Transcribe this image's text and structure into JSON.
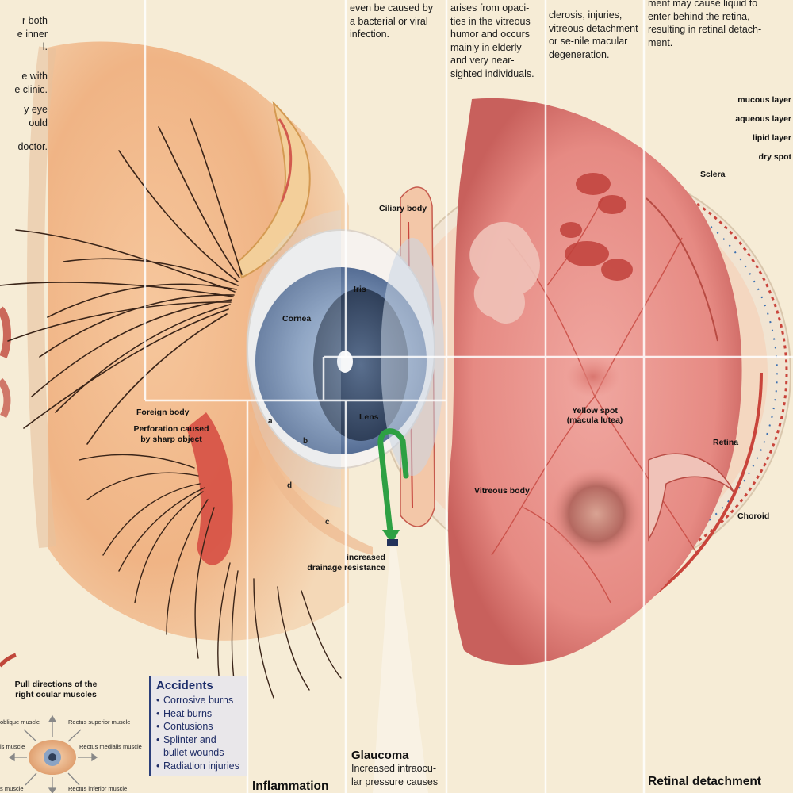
{
  "top_left_text": [
    "r both",
    "e inner",
    "l.",
    "e with",
    "e clinic.",
    "y eye",
    "ould",
    "doctor."
  ],
  "col_infection_text": [
    "even be caused by",
    "a bacterial or viral",
    "infection."
  ],
  "col_vitreous_text": [
    "arises from opaci-",
    "ties in the vitreous",
    "humor and occurs",
    "mainly in elderly",
    "and very near-",
    "sighted individuals."
  ],
  "col_macula_text": [
    "clerosis, injuries,",
    "vitreous detachment",
    "or se-nile macular",
    "degeneration."
  ],
  "col_detach_text": [
    "ment may cause liquid to",
    "enter behind the retina,",
    "resulting in retinal detach-",
    "ment."
  ],
  "tear_layers": [
    "mucous layer",
    "aqueous layer",
    "lipid layer",
    "dry spot"
  ],
  "labels": {
    "ciliary_body": "Ciliary body",
    "iris": "Iris",
    "cornea": "Cornea",
    "lens": "Lens",
    "sclera": "Sclera",
    "retina": "Retina",
    "choroid": "Choroid",
    "vitreous_body": "Vitreous body",
    "yellow_spot": "Yellow spot",
    "macula_lutea": "(macula lutea)",
    "foreign_body": "Foreign body",
    "perforation_1": "Perforation caused",
    "perforation_2": "by sharp object",
    "drainage_1": "increased",
    "drainage_2": "drainage resistance"
  },
  "injury_markers": [
    "a",
    "b",
    "d",
    "c"
  ],
  "accidents": {
    "title": "Accidents",
    "items": [
      "Corrosive burns",
      "Heat burns",
      "Contusions",
      "Splinter and bullet wounds",
      "Radiation injuries"
    ]
  },
  "muscles": {
    "title_1": "Pull directions of the",
    "title_2": "right ocular muscles",
    "labels": [
      "oblique muscle",
      "Rectus superior muscle",
      "is muscle",
      "Rectus medialis muscle",
      "s muscle",
      "Rectus inferior muscle"
    ]
  },
  "glaucoma": {
    "title": "Glaucoma",
    "text": [
      "Increased intraocu-",
      "lar pressure causes"
    ]
  },
  "inflammation_title": "Inflammation",
  "retinal_detachment_title": "Retinal detachment",
  "colors": {
    "background": "#f6ecd6",
    "eyeball_interior": "#e88a86",
    "iris_blue": "#7b93b6",
    "glaucoma_arrow": "#2ea043",
    "accidents_heading": "#1d2e6b"
  }
}
